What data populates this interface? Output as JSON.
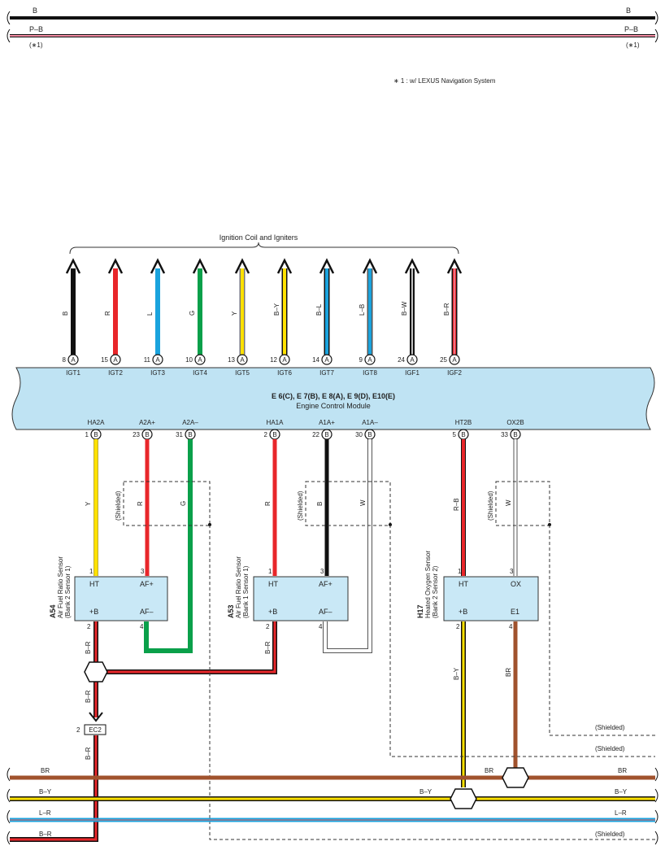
{
  "colors": {
    "B": "#111111",
    "R": "#e8262a",
    "L": "#1aa3dd",
    "G": "#0aa04a",
    "Y": "#ffe100",
    "W": "#ffffff",
    "BR": "#a0522d",
    "ecm_fill": "#bfe3f3",
    "sensor_fill": "#c9e8f6",
    "pink": "#f08aa0"
  },
  "top_wires": {
    "b_left": "B",
    "b_right": "B",
    "pb_left": "P–B",
    "pb_right": "P–B",
    "pb_note_left": "(∗1)",
    "pb_note_right": "(∗1)"
  },
  "footnote": "∗ 1 : w/ LEXUS Navigation System",
  "ignition": {
    "title": "Ignition Coil and Igniters",
    "wires": [
      {
        "color_label": "B",
        "pin": "8",
        "conn": "A",
        "terminal": "IGT1"
      },
      {
        "color_label": "R",
        "pin": "15",
        "conn": "A",
        "terminal": "IGT2"
      },
      {
        "color_label": "L",
        "pin": "11",
        "conn": "A",
        "terminal": "IGT3"
      },
      {
        "color_label": "G",
        "pin": "10",
        "conn": "A",
        "terminal": "IGT4"
      },
      {
        "color_label": "Y",
        "pin": "13",
        "conn": "A",
        "terminal": "IGT5"
      },
      {
        "color_label": "B–Y",
        "pin": "12",
        "conn": "A",
        "terminal": "IGT6"
      },
      {
        "color_label": "B–L",
        "pin": "14",
        "conn": "A",
        "terminal": "IGT7"
      },
      {
        "color_label": "L–B",
        "pin": "9",
        "conn": "A",
        "terminal": "IGT8"
      },
      {
        "color_label": "B–W",
        "pin": "24",
        "conn": "A",
        "terminal": "IGF1"
      },
      {
        "color_label": "B–R",
        "pin": "25",
        "conn": "A",
        "terminal": "IGF2"
      }
    ]
  },
  "ecm": {
    "title": "E 6(C), E 7(B), E 8(A), E 9(D), E10(E)",
    "subtitle": "Engine Control Module",
    "bottom_pins": [
      {
        "terminal": "HA2A",
        "pin": "1",
        "conn": "B"
      },
      {
        "terminal": "A2A+",
        "pin": "23",
        "conn": "B"
      },
      {
        "terminal": "A2A–",
        "pin": "31",
        "conn": "B"
      },
      {
        "terminal": "HA1A",
        "pin": "2",
        "conn": "B"
      },
      {
        "terminal": "A1A+",
        "pin": "22",
        "conn": "B"
      },
      {
        "terminal": "A1A–",
        "pin": "30",
        "conn": "B"
      },
      {
        "terminal": "HT2B",
        "pin": "5",
        "conn": "B"
      },
      {
        "terminal": "OX2B",
        "pin": "33",
        "conn": "B"
      }
    ]
  },
  "sensors": {
    "a54": {
      "code": "A54",
      "name": "Air Fuel Ratio Sensor",
      "sub": "(Bank 2 Sensor 1)",
      "t_tl": "HT",
      "t_tr": "AF+",
      "t_bl": "+B",
      "t_br": "AF–",
      "p_tl": "1",
      "p_tr": "3",
      "p_bl": "2",
      "p_br": "4",
      "w_tl": "Y",
      "w_tr": "R",
      "w_br": "G",
      "w_bl": "B–R",
      "shield": "(Shielded)"
    },
    "a53": {
      "code": "A53",
      "name": "Air Fuel Ratio Sensor",
      "sub": "(Bank 1 Sensor 1)",
      "t_tl": "HT",
      "t_tr": "AF+",
      "t_bl": "+B",
      "t_br": "AF–",
      "p_tl": "1",
      "p_tr": "3",
      "p_bl": "2",
      "p_br": "4",
      "w_tl": "R",
      "w_tr": "B",
      "w_br": "W",
      "w_bl": "B–R",
      "shield": "(Shielded)"
    },
    "h17": {
      "code": "H17",
      "name": "Heated Oxygen Sensor",
      "sub": "(Bank 2 Sensor 2)",
      "t_tl": "HT",
      "t_tr": "OX",
      "t_bl": "+B",
      "t_br": "E1",
      "p_tl": "1",
      "p_tr": "3",
      "p_bl": "2",
      "p_br": "4",
      "w_tl": "R–B",
      "w_tr": "W",
      "w_bl": "B–Y",
      "w_br": "BR",
      "shield": "(Shielded)"
    }
  },
  "lower": {
    "br_mid": "B–R",
    "connector_pin": "2",
    "connector": "EC2",
    "br_low": "B–R"
  },
  "bus": {
    "br_left": "BR",
    "br_mid": "BR",
    "br_right": "BR",
    "by_left": "B–Y",
    "by_mid": "B–Y",
    "by_right": "B–Y",
    "lr_left": "L–R",
    "lr_right": "L–R",
    "br2_left": "B–R",
    "shielded_1": "(Shielded)",
    "shielded_2": "(Shielded)",
    "shielded_3": "(Shielded)"
  }
}
